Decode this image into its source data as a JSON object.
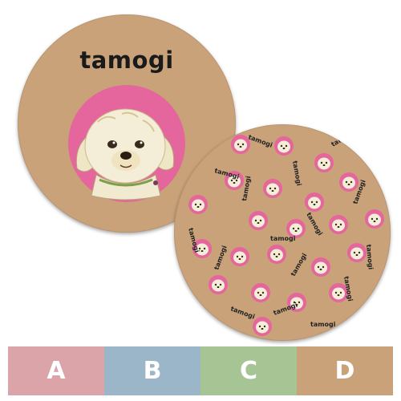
{
  "product": {
    "brand_text": "tamogi",
    "front_label": "tamogi",
    "pattern_label": "tamogi"
  },
  "colors": {
    "coaster_base": "#c9a27a",
    "pink_accent": "#e4669c",
    "swatch_a": "#dba4a8",
    "swatch_b": "#9bb6c8",
    "swatch_c": "#a7c494",
    "swatch_d": "#c9a27a"
  },
  "swatches": [
    {
      "label": "A",
      "color": "#dba4a8"
    },
    {
      "label": "B",
      "color": "#9bb6c8"
    },
    {
      "label": "C",
      "color": "#a7c494"
    },
    {
      "label": "D",
      "color": "#c9a27a"
    }
  ]
}
